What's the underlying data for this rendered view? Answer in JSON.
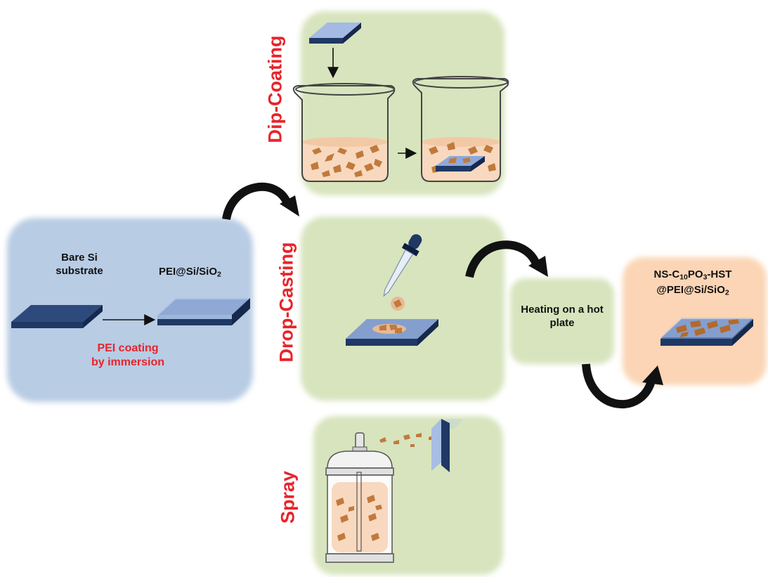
{
  "colors": {
    "start_panel": "#b8cce4",
    "process_panel": "#d7e4bd",
    "final_panel": "#fbd5b5",
    "method_label": "#e8242b",
    "substrate_dark": "#1f3864",
    "substrate_light": "#8ea9db",
    "solution": "#f8d9bf",
    "flake": "#c07a3c"
  },
  "start": {
    "bare_label": "Bare Si substrate",
    "pei_label": "PEI@Si/SiO",
    "pei_sub": "2",
    "coating_label": "PEI coating by immersion"
  },
  "methods": {
    "dip": "Dip-Coating",
    "drop": "Drop-Casting",
    "spray": "Spray"
  },
  "heating": {
    "label": "Heating on a hot plate"
  },
  "final": {
    "line1_a": "NS-C",
    "line1_sub1": "10",
    "line1_b": "PO",
    "line1_sub2": "3",
    "line1_c": "-HST",
    "line2_a": "@PEI@Si/SiO",
    "line2_sub": "2"
  },
  "icons": [
    "beaker-icon",
    "dropper-icon",
    "spray-bottle-icon",
    "substrate-icon",
    "curved-arrow-icon"
  ]
}
